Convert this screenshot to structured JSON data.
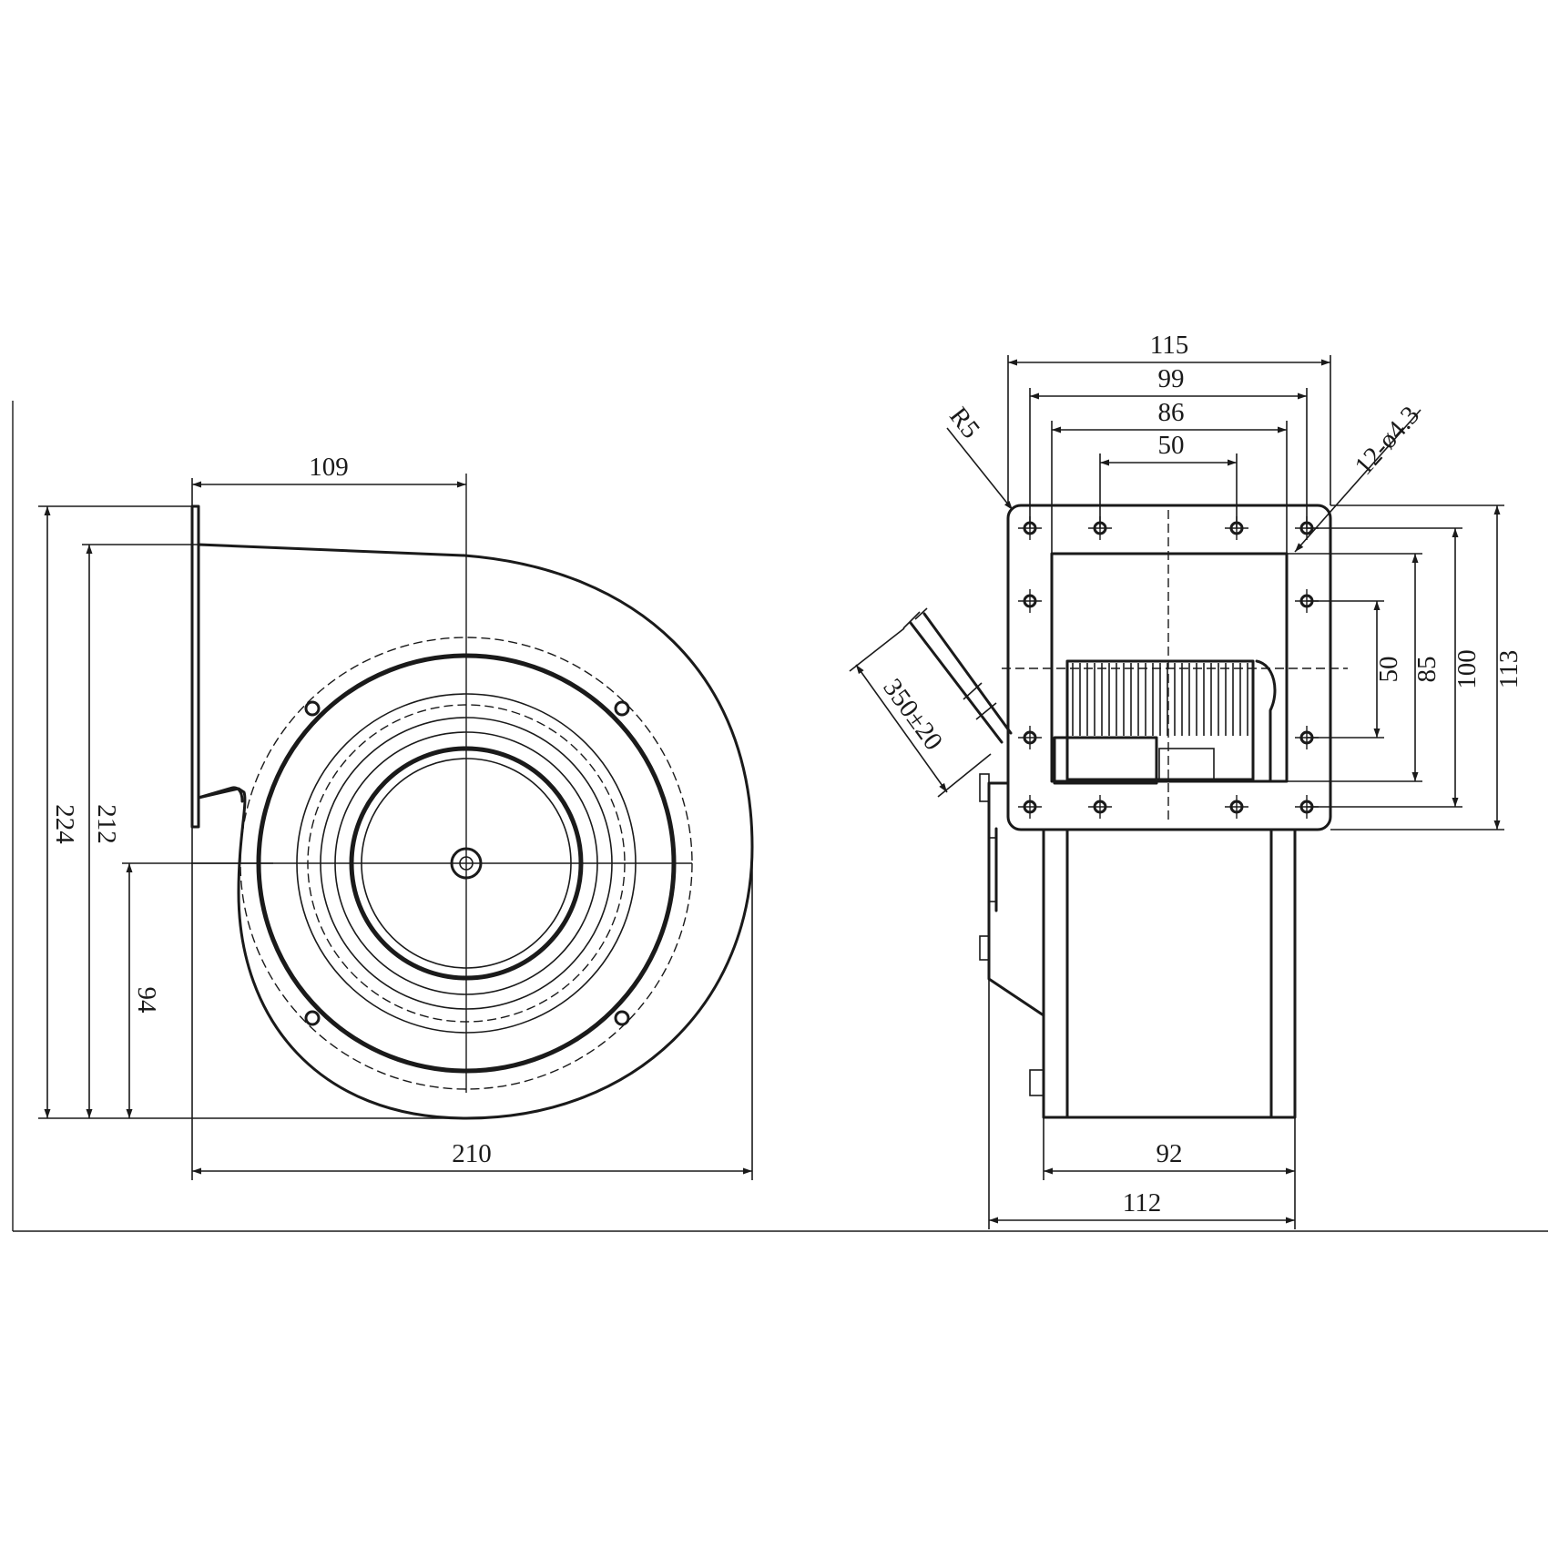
{
  "dimensions": {
    "front_view": {
      "center_offset": "109",
      "total_height": "224",
      "outlet_height": "212",
      "center_height": "94",
      "total_width": "210"
    },
    "side_view": {
      "flange_width": "115",
      "hole_span_outer": "99",
      "opening_width": "86",
      "hole_span_inner": "50",
      "corner_radius": "R5",
      "holes": "12-ø4.3",
      "cable_length": "350±20",
      "hole_span_vertical_inner": "50",
      "opening_height": "85",
      "hole_span_vertical_outer": "100",
      "flange_height": "113",
      "housing_width": "92",
      "overall_depth": "112"
    }
  }
}
